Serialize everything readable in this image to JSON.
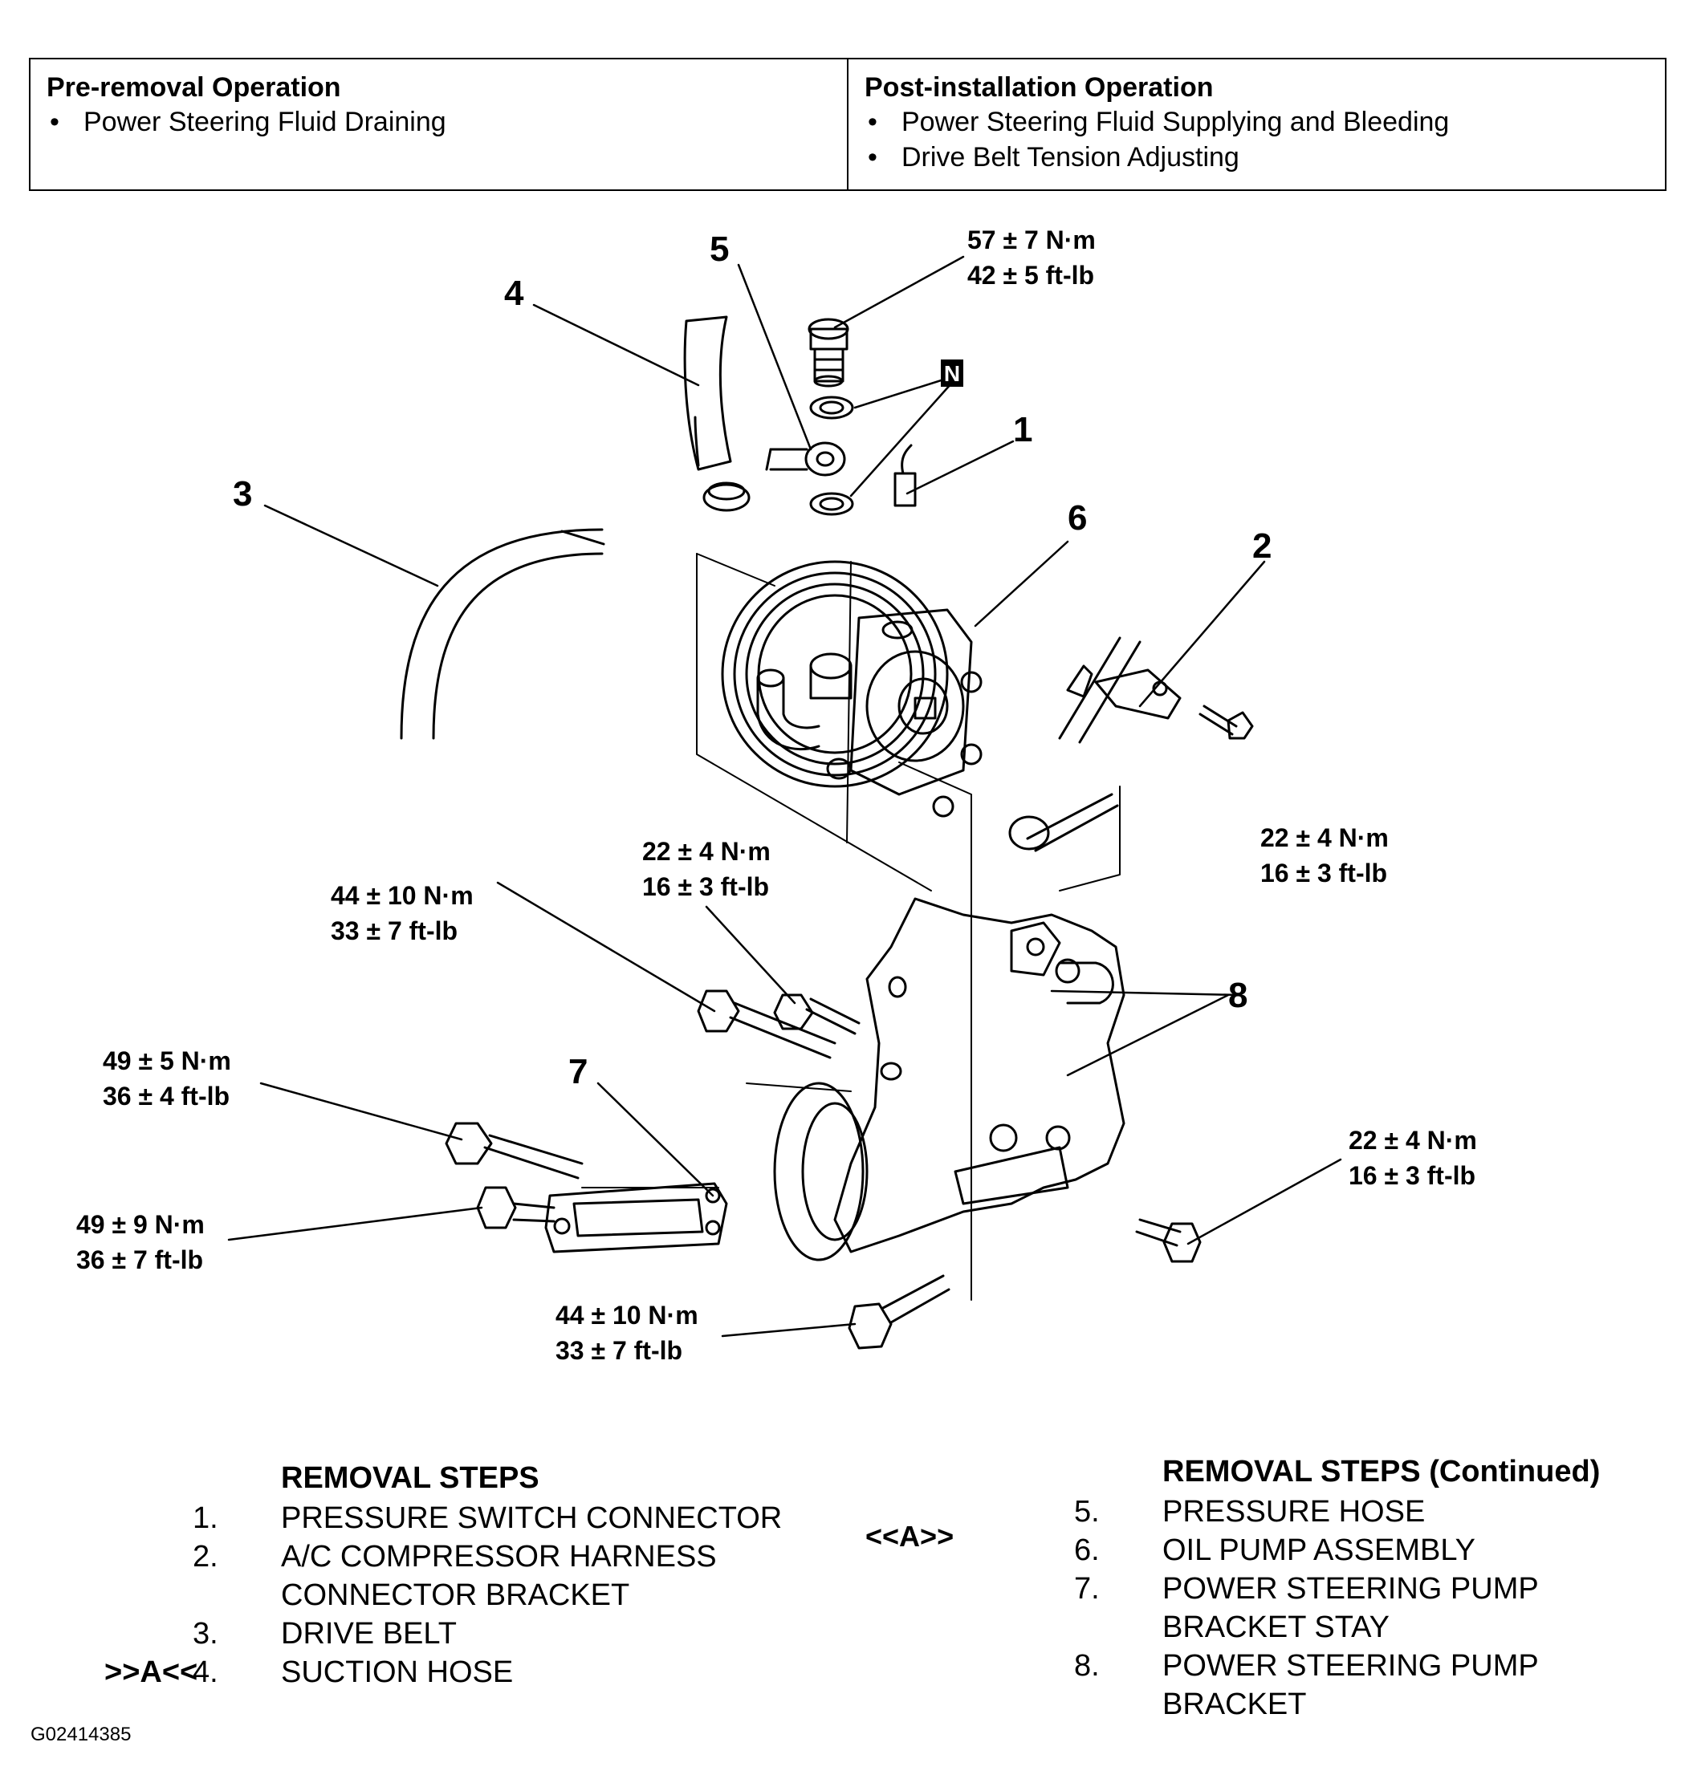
{
  "operations": {
    "pre": {
      "heading": "Pre-removal Operation",
      "items": [
        "Power Steering Fluid Draining"
      ]
    },
    "post": {
      "heading": "Post-installation Operation",
      "items": [
        "Power Steering Fluid Supplying and Bleeding",
        "Drive Belt Tension Adjusting"
      ]
    }
  },
  "callouts": [
    "1",
    "2",
    "3",
    "4",
    "5",
    "6",
    "7",
    "8"
  ],
  "nut_symbol": "N",
  "torques": [
    {
      "nm": "57 ± 7 N·m",
      "ftlb": "42 ± 5 ft-lb"
    },
    {
      "nm": "22 ± 4 N·m",
      "ftlb": "16 ± 3 ft-lb"
    },
    {
      "nm": "22 ± 4 N·m",
      "ftlb": "16 ± 3 ft-lb"
    },
    {
      "nm": "44 ± 10 N·m",
      "ftlb": "33 ± 7 ft-lb"
    },
    {
      "nm": "49 ± 5 N·m",
      "ftlb": "36 ± 4 ft-lb"
    },
    {
      "nm": "49 ± 9 N·m",
      "ftlb": "36 ± 7 ft-lb"
    },
    {
      "nm": "22 ± 4 N·m",
      "ftlb": "16 ± 3 ft-lb"
    },
    {
      "nm": "44 ± 10 N·m",
      "ftlb": "33 ± 7 ft-lb"
    }
  ],
  "removal_steps": {
    "heading": "REMOVAL STEPS",
    "heading_cont": "REMOVAL STEPS (Continued)",
    "left": [
      {
        "mark": "",
        "num": "1.",
        "name": "PRESSURE SWITCH CONNECTOR"
      },
      {
        "mark": "",
        "num": "2.",
        "name": "A/C COMPRESSOR HARNESS\nCONNECTOR BRACKET"
      },
      {
        "mark": "",
        "num": "3.",
        "name": "DRIVE BELT"
      },
      {
        "mark": ">>A<<",
        "num": "4.",
        "name": "SUCTION HOSE"
      }
    ],
    "middle_mark": "<<A>>",
    "right": [
      {
        "num": "5.",
        "name": "PRESSURE HOSE"
      },
      {
        "num": "6.",
        "name": "OIL PUMP ASSEMBLY"
      },
      {
        "num": "7.",
        "name": "POWER STEERING PUMP\nBRACKET STAY"
      },
      {
        "num": "8.",
        "name": "POWER STEERING PUMP\nBRACKET"
      }
    ]
  },
  "figure_id": "G02414385"
}
